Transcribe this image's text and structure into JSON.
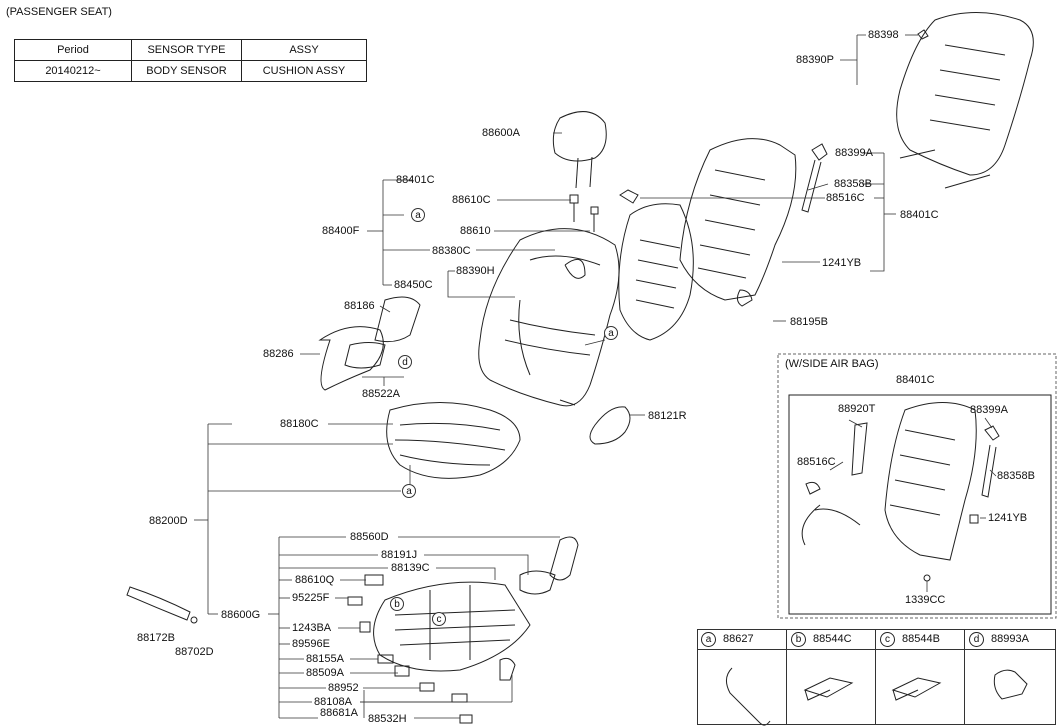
{
  "header_title": "(PASSENGER SEAT)",
  "period_table": {
    "headers": [
      "Period",
      "SENSOR TYPE",
      "ASSY"
    ],
    "row": [
      "20140212~",
      "BODY SENSOR",
      "CUSHION ASSY"
    ]
  },
  "side_airbag_title": "(W/SIDE AIR BAG)",
  "parts": {
    "p88600A": "88600A",
    "p88401C_top": "88401C",
    "p88610C": "88610C",
    "p88400F": "88400F",
    "p88610": "88610",
    "p88380C": "88380C",
    "p88390H": "88390H",
    "p88450C": "88450C",
    "p88186": "88186",
    "p88286": "88286",
    "p88522A": "88522A",
    "p88180C": "88180C",
    "p88200D": "88200D",
    "p88600G": "88600G",
    "p88121R": "88121R",
    "p88195B": "88195B",
    "p1241YB": "1241YB",
    "p88401C_right": "88401C",
    "p88516C": "88516C",
    "p88358B": "88358B",
    "p88399A": "88399A",
    "p88398": "88398",
    "p88390P": "88390P",
    "p88560D": "88560D",
    "p88191J": "88191J",
    "p88139C": "88139C",
    "p88610Q": "88610Q",
    "p95225F": "95225F",
    "p1243BA": "1243BA",
    "p89596E": "89596E",
    "p88155A": "88155A",
    "p88509A": "88509A",
    "p88952": "88952",
    "p88108A": "88108A",
    "p88681A": "88681A",
    "p88532H": "88532H",
    "p88172B": "88172B",
    "p88702D": "88702D",
    "sab_88401C": "88401C",
    "sab_88920T": "88920T",
    "sab_88399A": "88399A",
    "sab_88516C": "88516C",
    "sab_88358B": "88358B",
    "sab_1241YB": "1241YB",
    "sab_1339CC": "1339CC"
  },
  "callouts": {
    "a": "a",
    "b": "b",
    "c": "c",
    "d": "d"
  },
  "legend": [
    {
      "letter": "a",
      "part": "88627"
    },
    {
      "letter": "b",
      "part": "88544C"
    },
    {
      "letter": "c",
      "part": "88544B"
    },
    {
      "letter": "d",
      "part": "88993A"
    }
  ]
}
